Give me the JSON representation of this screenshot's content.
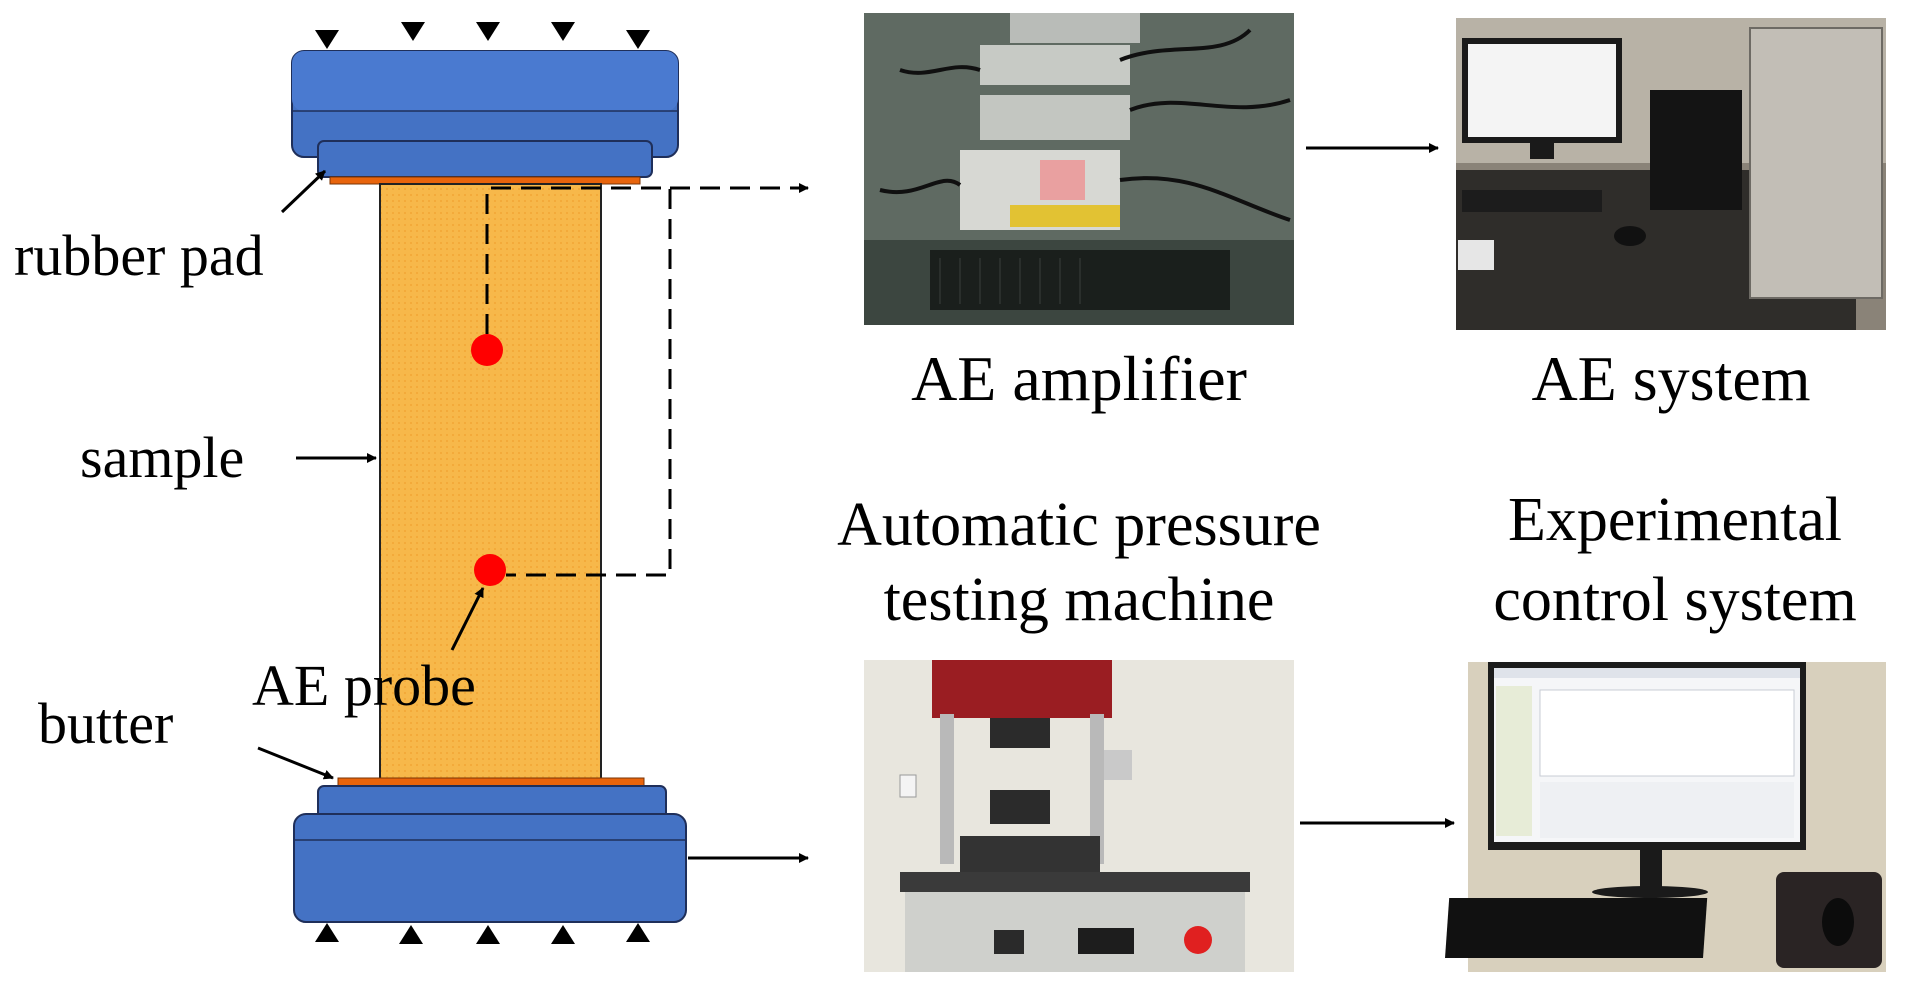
{
  "labels": {
    "rubber_pad": "rubber pad",
    "sample": "sample",
    "ae_probe": "AE probe",
    "butter": "butter",
    "ae_amplifier": "AE amplifier",
    "ae_system": "AE system",
    "pressure_line1": "Automatic pressure",
    "pressure_line2": "testing machine",
    "control_line1": "Experimental",
    "control_line2": "control system"
  },
  "colors": {
    "platen": "#4472c4",
    "platen_stroke": "#1f2f5a",
    "sample": "#f7b84a",
    "pad": "#e8640c",
    "probe": "#ff0000"
  }
}
